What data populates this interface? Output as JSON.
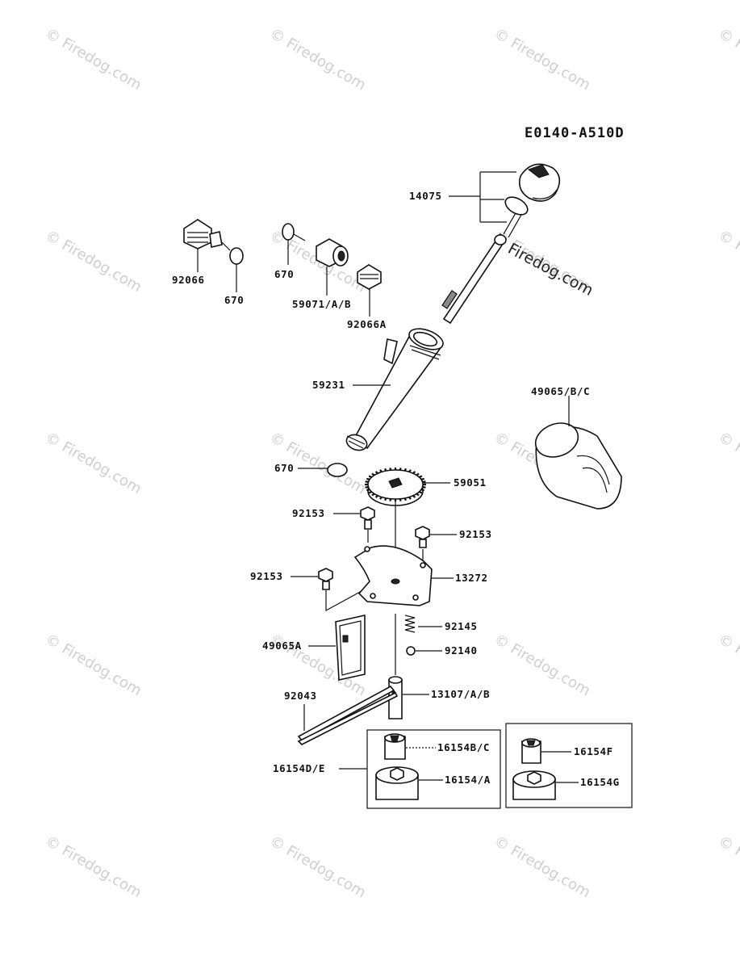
{
  "diagram_code": "E0140-A510D",
  "watermark_text": "© Firedog.com",
  "brand_text": "Firedog.com",
  "labels": {
    "p14075": "14075",
    "p92066": "92066",
    "p670a": "670",
    "p670b": "670",
    "p670c": "670",
    "p59071": "59071/A/B",
    "p92066A": "92066A",
    "p59231": "59231",
    "p49065": "49065/B/C",
    "p59051": "59051",
    "p92153a": "92153",
    "p92153b": "92153",
    "p92153c": "92153",
    "p13272": "13272",
    "p92145": "92145",
    "p92140": "92140",
    "p49065A": "49065A",
    "p92043": "92043",
    "p13107": "13107/A/B",
    "p16154BC": "16154B/C",
    "p16154DE": "16154D/E",
    "p16154A": "16154/A",
    "p16154F": "16154F",
    "p16154G": "16154G"
  }
}
